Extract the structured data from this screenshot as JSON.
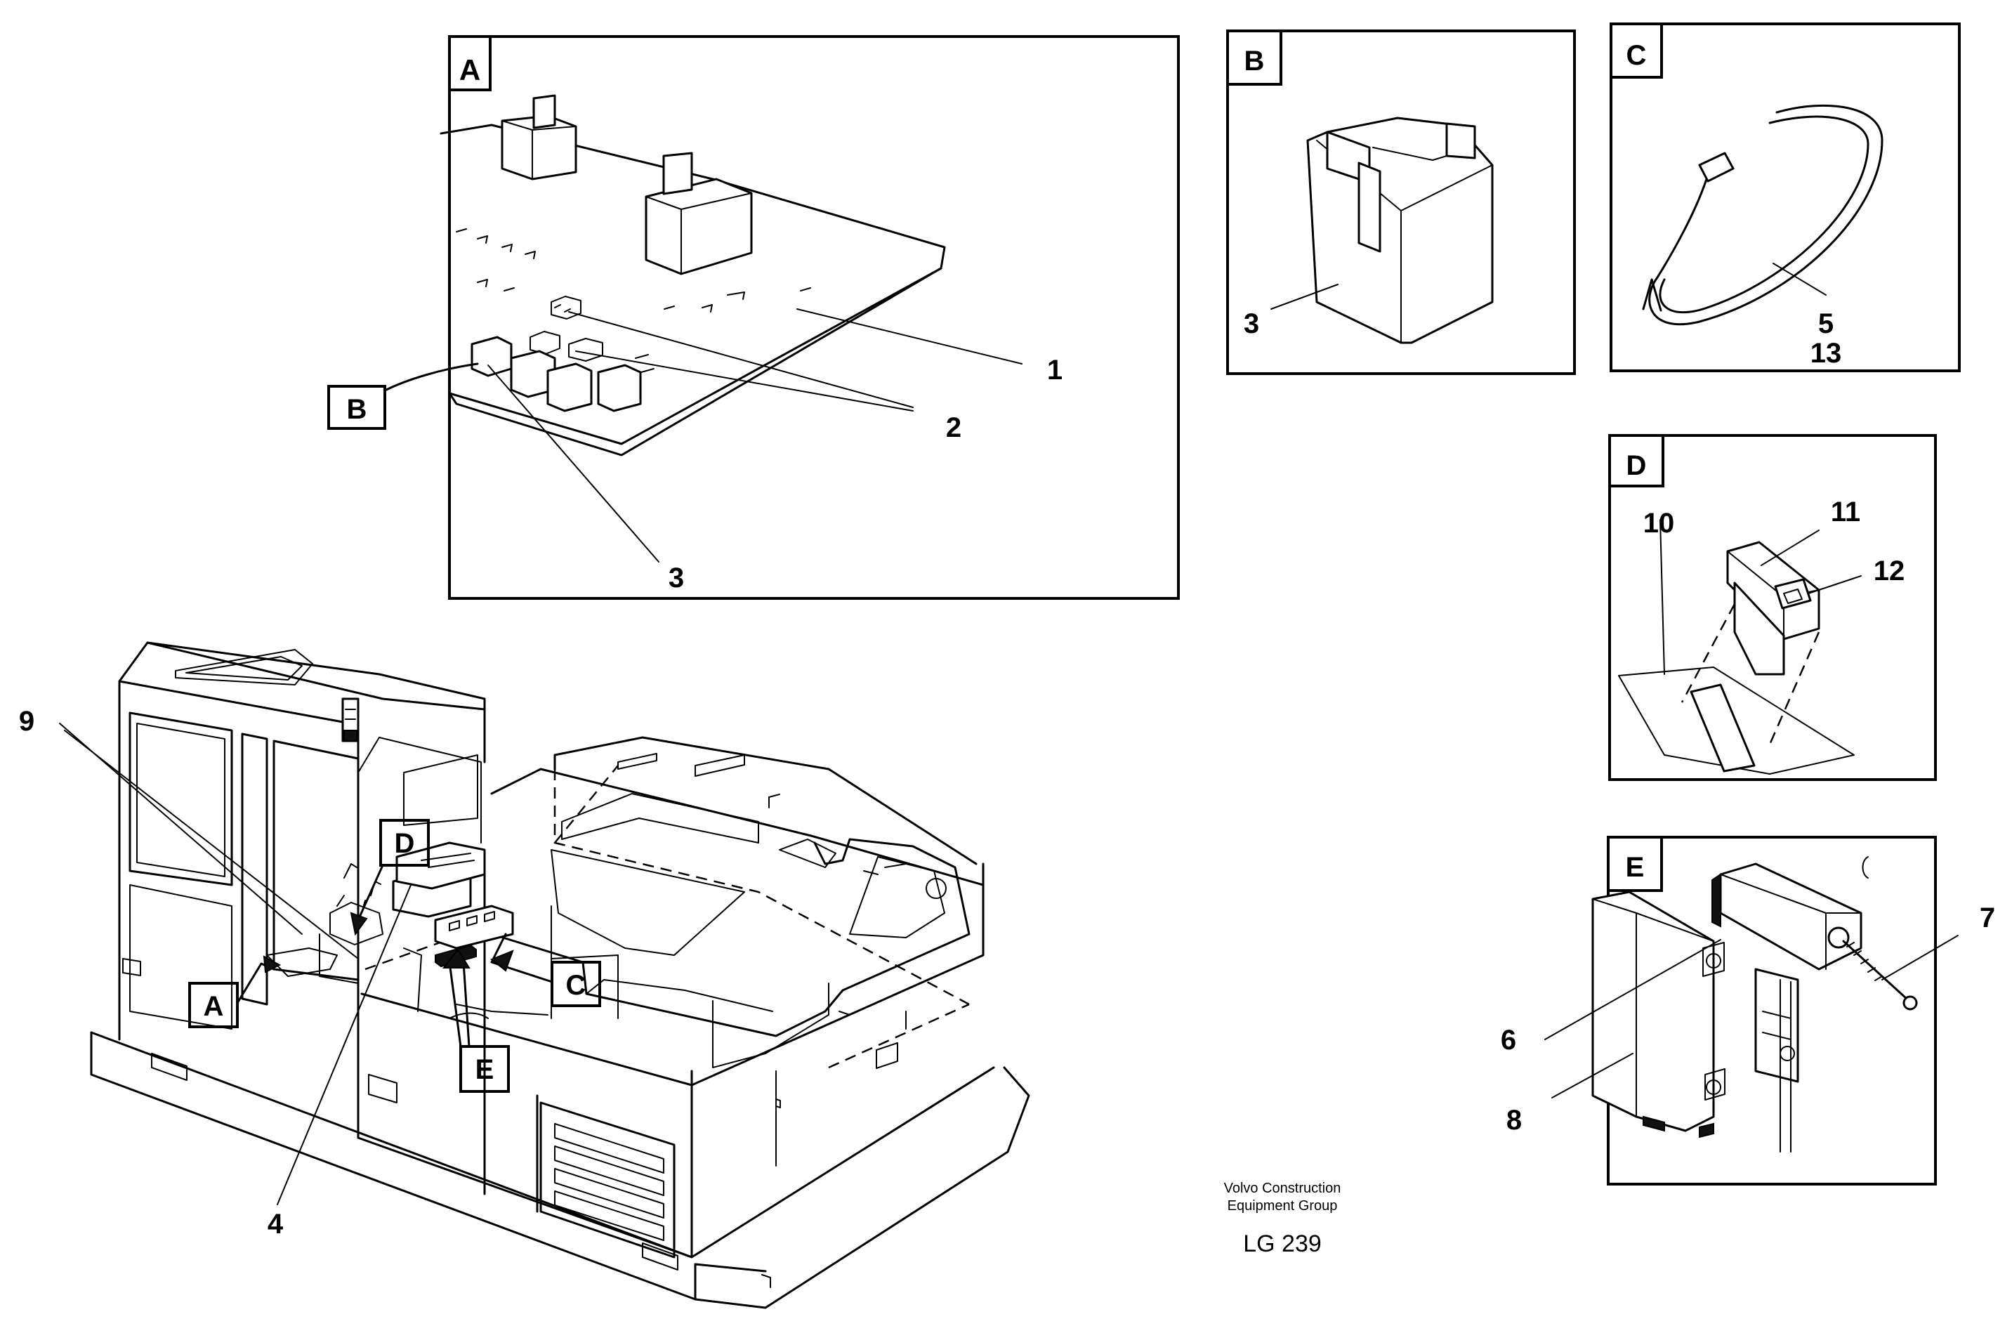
{
  "panels": {
    "A": {
      "title": "A",
      "callouts": {
        "c1": "1",
        "c2": "2",
        "c3": "3"
      }
    },
    "B": {
      "title": "B",
      "callouts": {
        "c3": "3"
      }
    },
    "C": {
      "title": "C",
      "callouts": {
        "c5": "5",
        "c13": "13"
      }
    },
    "D": {
      "title": "D",
      "callouts": {
        "c10": "10",
        "c11": "11",
        "c12": "12"
      }
    },
    "E": {
      "title": "E",
      "callouts": {
        "c6": "6",
        "c7": "7",
        "c8": "8"
      }
    }
  },
  "machine": {
    "callouts": {
      "c9": "9",
      "c4": "4"
    },
    "refs": {
      "A": "A",
      "B": "B",
      "C": "C",
      "D": "D",
      "E": "E"
    }
  },
  "caption": {
    "line1": "Volvo Construction",
    "line2": "Equipment Group",
    "code": "LG 239"
  }
}
